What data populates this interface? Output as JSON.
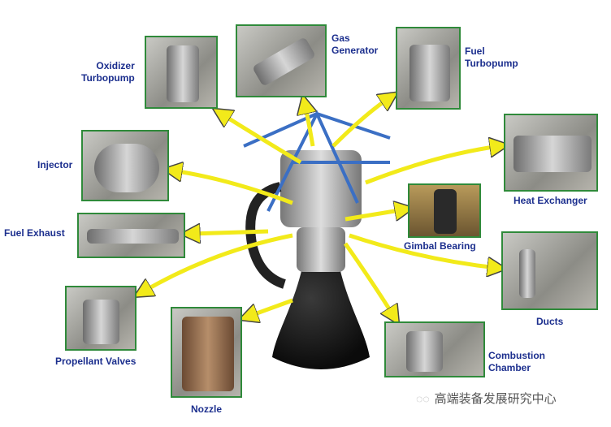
{
  "labels": {
    "oxidizer_turbopump": "Oxidizer\nTurbopump",
    "gas_generator": "Gas\nGenerator",
    "fuel_turbopump": "Fuel\nTurbopump",
    "injector": "Injector",
    "heat_exchanger": "Heat Exchanger",
    "fuel_exhaust": "Fuel Exhaust",
    "gimbal_bearing": "Gimbal Bearing",
    "ducts": "Ducts",
    "propellant_valves": "Propellant Valves",
    "nozzle": "Nozzle",
    "combustion_chamber": "Combustion\nChamber"
  },
  "watermark": "高端装备发展研究中心",
  "colors": {
    "label": "#1c2f8e",
    "arrow": "#f2ea1a",
    "frame": "#2f8a3a",
    "engine_frame": "#3b6fc4"
  }
}
